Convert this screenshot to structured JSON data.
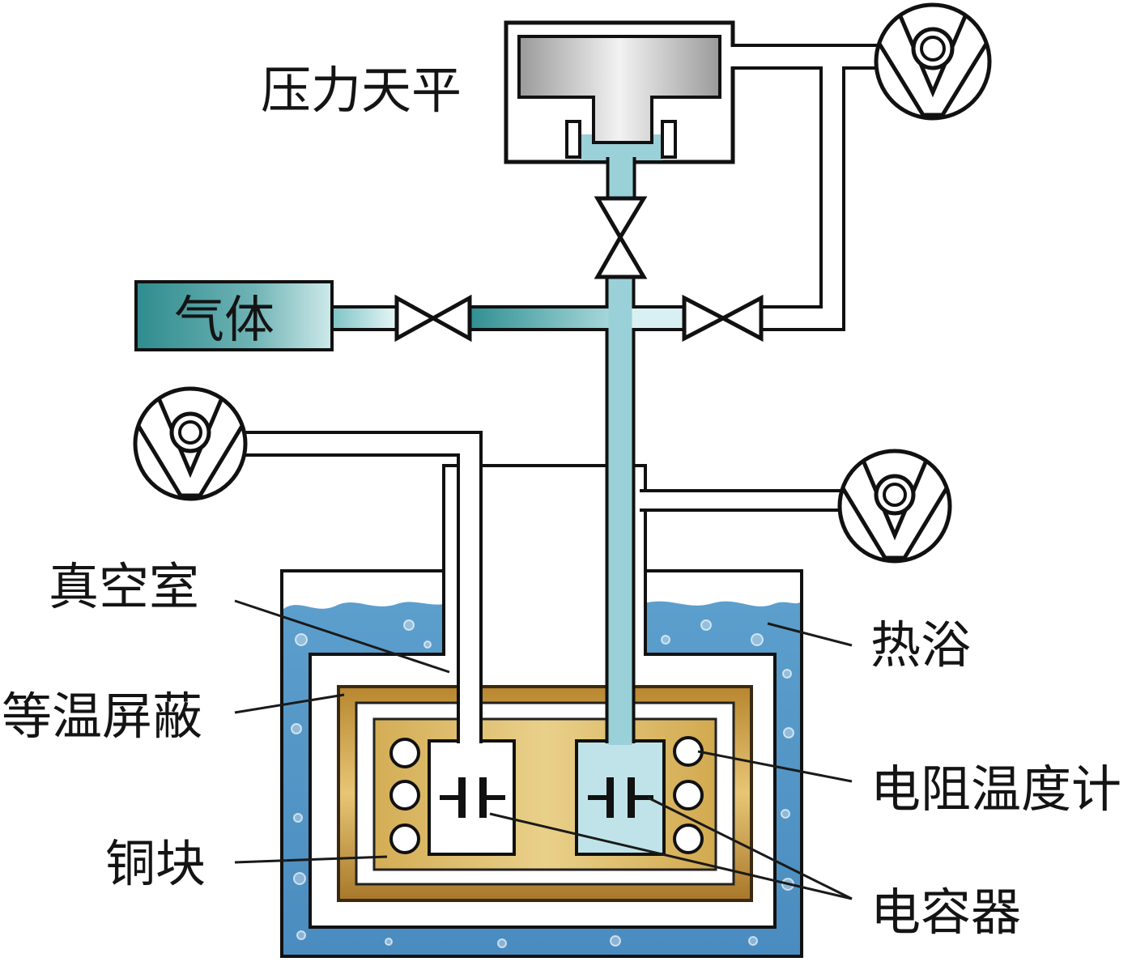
{
  "diagram": {
    "labels": {
      "pressure_balance": "压力天平",
      "gas": "气体",
      "vacuum_chamber": "真空室",
      "isothermal_shield": "等温屏蔽",
      "copper_block": "铜块",
      "heat_bath": "热浴",
      "resistance_thermometer": "电阻温度计",
      "capacitor": "电容器"
    },
    "icons": {
      "pump": "vacuum-pump-icon",
      "valve": "valve-icon",
      "capacitor": "capacitor-icon",
      "thermometer": "resistance-thermometer-icon"
    },
    "colors": {
      "heat_bath_water": "#4a8cbf",
      "gas_fill": "#2f8c8e",
      "shield_gold": "#b8862f",
      "copper_block": "#e9d08a",
      "pressure_line_fluid": "#9ad0d8",
      "piston_gray": "#9a9a9a"
    }
  }
}
